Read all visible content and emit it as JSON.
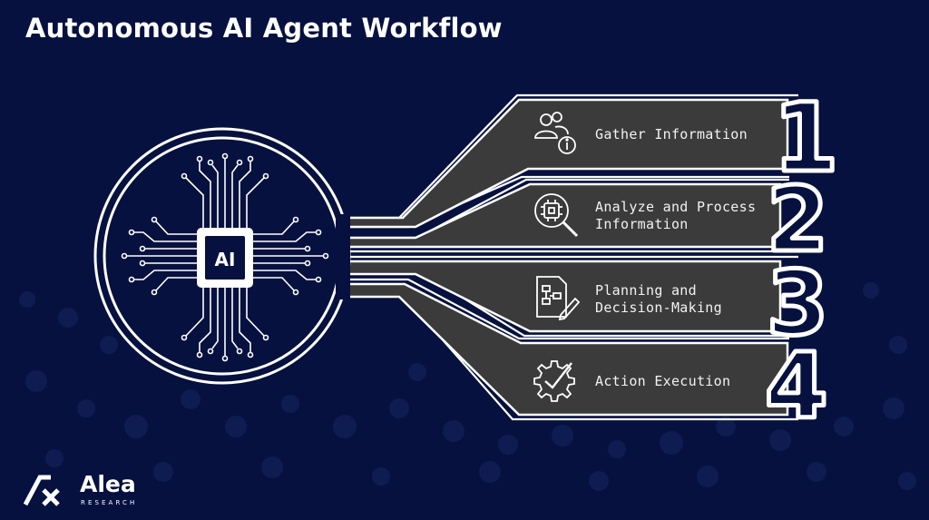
{
  "title": "Autonomous AI Agent Workflow",
  "center_chip": {
    "label": "AI"
  },
  "steps": [
    {
      "number": "1",
      "lines": [
        "Gather Information"
      ],
      "icon": "people-info-icon"
    },
    {
      "number": "2",
      "lines": [
        "Analyze and Process",
        "Information"
      ],
      "icon": "chip-magnifier-icon"
    },
    {
      "number": "3",
      "lines": [
        "Planning and",
        "Decision-Making"
      ],
      "icon": "flowchart-pencil-icon"
    },
    {
      "number": "4",
      "lines": [
        "Action Execution"
      ],
      "icon": "gear-check-icon"
    }
  ],
  "brand": {
    "name": "Alea",
    "tagline": "RESEARCH"
  },
  "colors": {
    "background": "#06113f",
    "panel": "#3b3b3b",
    "outline": "#ffffff",
    "text": "#f2f2f2"
  }
}
